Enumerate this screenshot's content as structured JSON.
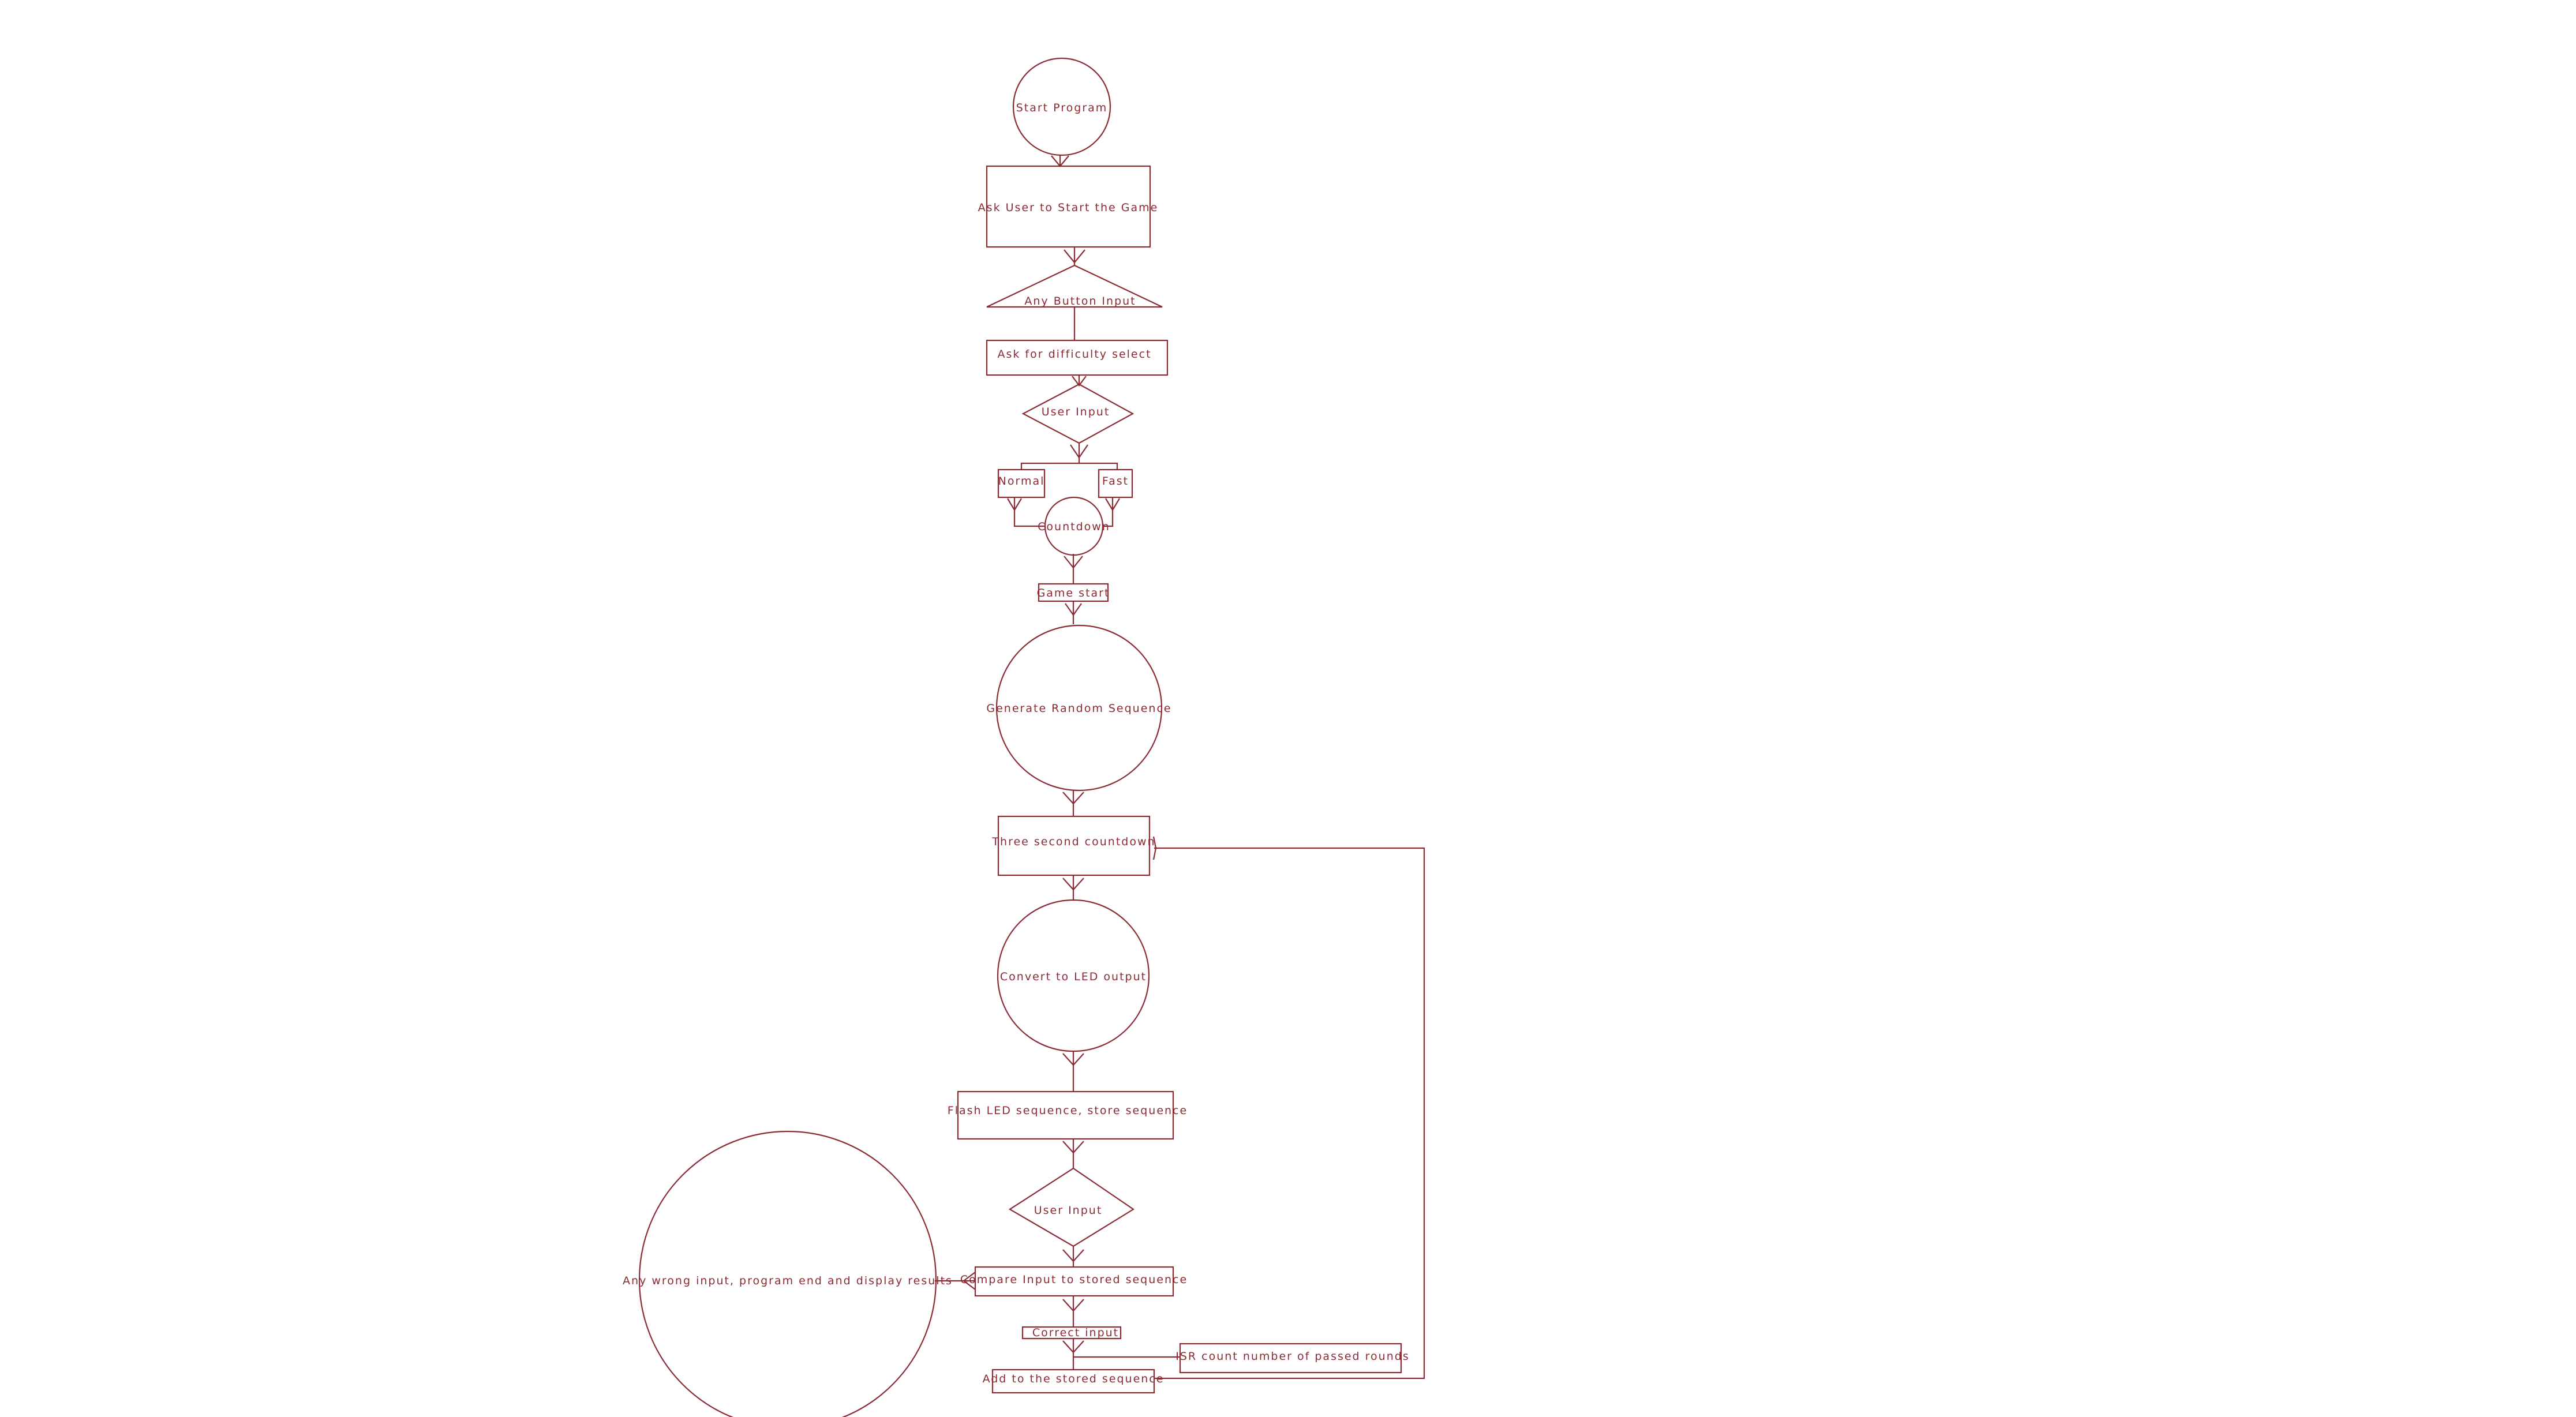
{
  "diagram": {
    "stroke_color": "#8b2a33",
    "background": "#ffffff",
    "nodes": {
      "start_program": "Start Program",
      "ask_start": "Ask User to Start the Game",
      "any_button": "Any Button Input",
      "ask_difficulty": "Ask for difficulty select",
      "user_input_1": "User Input",
      "normal": "Normal",
      "fast": "Fast",
      "countdown": "Countdown",
      "game_start": "Game start",
      "generate_sequence": "Generate Random Sequence",
      "three_second": "Three second countdown",
      "convert_led": "Convert to LED output",
      "flash_led": "Flash LED sequence, store sequence",
      "user_input_2": "User Input",
      "compare_input": "Compare Input to stored sequence",
      "wrong_input": "Any wrong input, program end and display results",
      "correct_input": "Correct input",
      "isr_count": "ISR count number of passed rounds",
      "add_stored": "Add to the stored sequence"
    }
  }
}
